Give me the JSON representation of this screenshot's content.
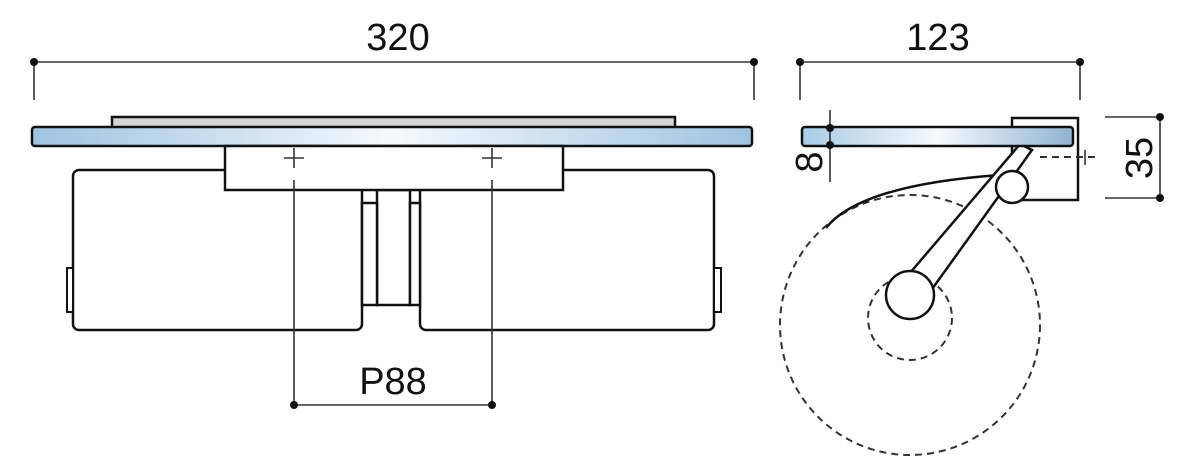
{
  "drawing": {
    "front_view": {
      "width_label": "320",
      "pitch_label": "P88"
    },
    "side_view": {
      "depth_label": "123",
      "shelf_thickness_label": "8",
      "height_label": "35"
    }
  },
  "colors": {
    "shelf_blue": "#9fc3e0",
    "plate_gray": "#d4d4d4",
    "line": "#111111"
  }
}
